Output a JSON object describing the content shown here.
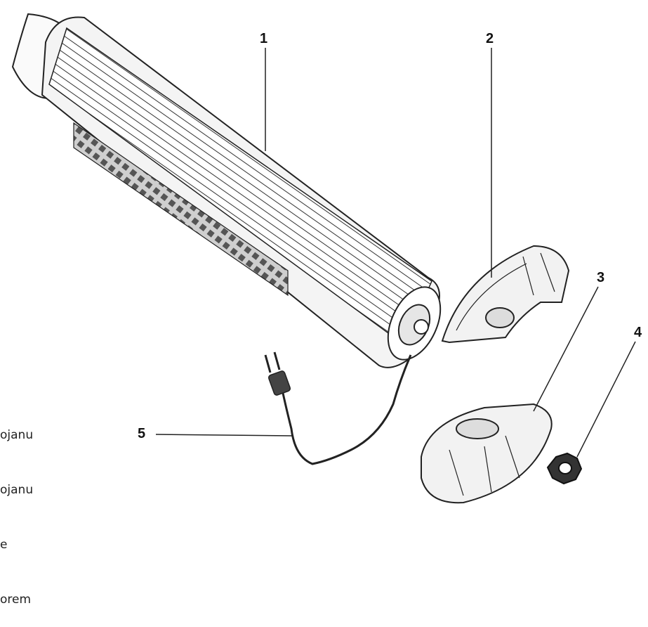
{
  "callouts": [
    {
      "id": "1",
      "label": "1"
    },
    {
      "id": "2",
      "label": "2"
    },
    {
      "id": "3",
      "label": "3"
    },
    {
      "id": "4",
      "label": "4"
    },
    {
      "id": "5",
      "label": "5"
    }
  ],
  "side_text": [
    "ojanu",
    "ojanu",
    "e",
    "orem"
  ],
  "colors": {
    "line": "#222222",
    "fill": "#ffffff",
    "shade": "#d9d9d9"
  }
}
